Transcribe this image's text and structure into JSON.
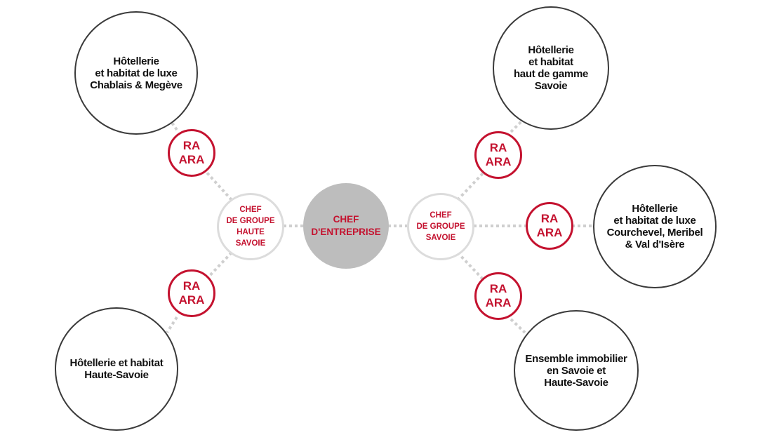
{
  "diagram": {
    "colors": {
      "accent": "#c4122f",
      "center_fill": "#bdbdbd",
      "light_ring": "#dcdcdc",
      "dark_ring": "#3a3a3a",
      "connector": "#cfcfcf"
    },
    "center": {
      "label": "CHEF\nD'ENTREPRISE"
    },
    "chef_left": {
      "label": "CHEF\nDE GROUPE\nHAUTE\nSAVOIE"
    },
    "chef_right": {
      "label": "CHEF\nDE GROUPE\nSAVOIE"
    },
    "ra_label": "RA\nARA",
    "units": {
      "top_left": "Hôtellerie\net habitat de luxe\nChablais & Megève",
      "bottom_left": "Hôtellerie et habitat\nHaute-Savoie",
      "top_right": "Hôtellerie\net habitat\nhaut de gamme\nSavoie",
      "middle_right": "Hôtellerie\net habitat de luxe\nCourchevel, Meribel\n& Val d'Isère",
      "bottom_right": "Ensemble immobilier\nen Savoie et\nHaute-Savoie"
    }
  }
}
